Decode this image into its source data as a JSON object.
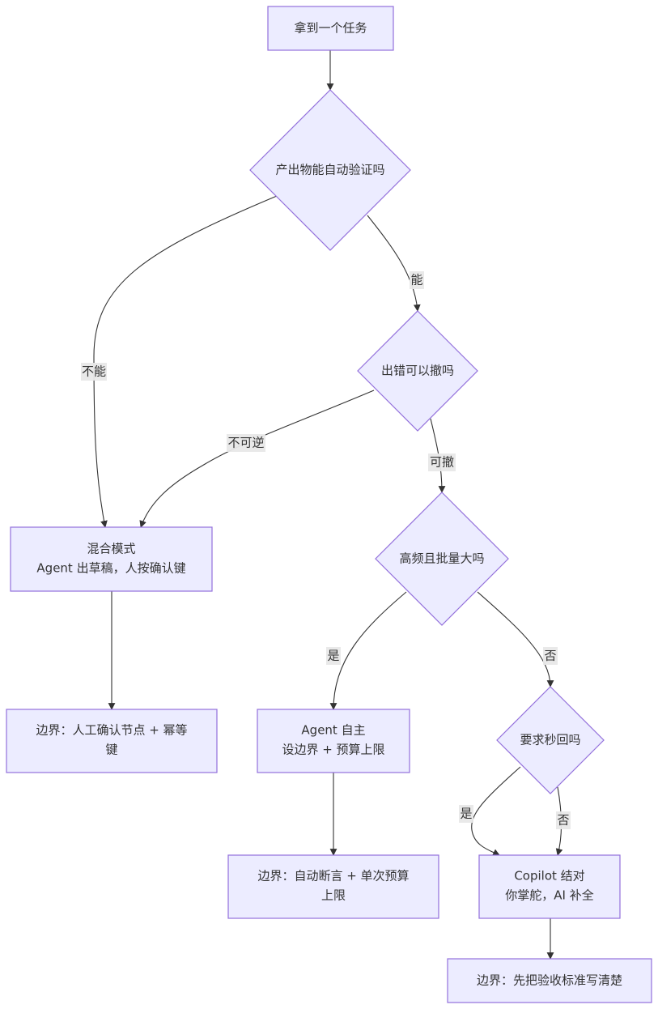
{
  "nodes": {
    "start": {
      "lines": [
        "拿到一个任务"
      ]
    },
    "q_verify": {
      "lines": [
        "产出物能自动验证吗"
      ]
    },
    "q_undo": {
      "lines": [
        "出错可以撤吗"
      ]
    },
    "q_batch": {
      "lines": [
        "高频且批量大吗"
      ]
    },
    "q_instant": {
      "lines": [
        "要求秒回吗"
      ]
    },
    "mixed": {
      "lines": [
        "混合模式",
        "Agent 出草稿，人按确认键"
      ]
    },
    "b_mixed": {
      "lines": [
        "边界：人工确认节点 + 幂等",
        "键"
      ]
    },
    "autonomous": {
      "lines": [
        "Agent 自主",
        "设边界 + 预算上限"
      ]
    },
    "b_auto": {
      "lines": [
        "边界：自动断言 + 单次预算",
        "上限"
      ]
    },
    "copilot": {
      "lines": [
        "Copilot 结对",
        "你掌舵，AI 补全"
      ]
    },
    "b_copilot": {
      "lines": [
        "边界：先把验收标准写清楚"
      ]
    }
  },
  "edges": {
    "verify_no": "不能",
    "verify_yes": "能",
    "undo_no": "不可逆",
    "undo_yes": "可撤",
    "batch_yes": "是",
    "batch_no": "否",
    "instant_yes": "是",
    "instant_no": "否"
  }
}
